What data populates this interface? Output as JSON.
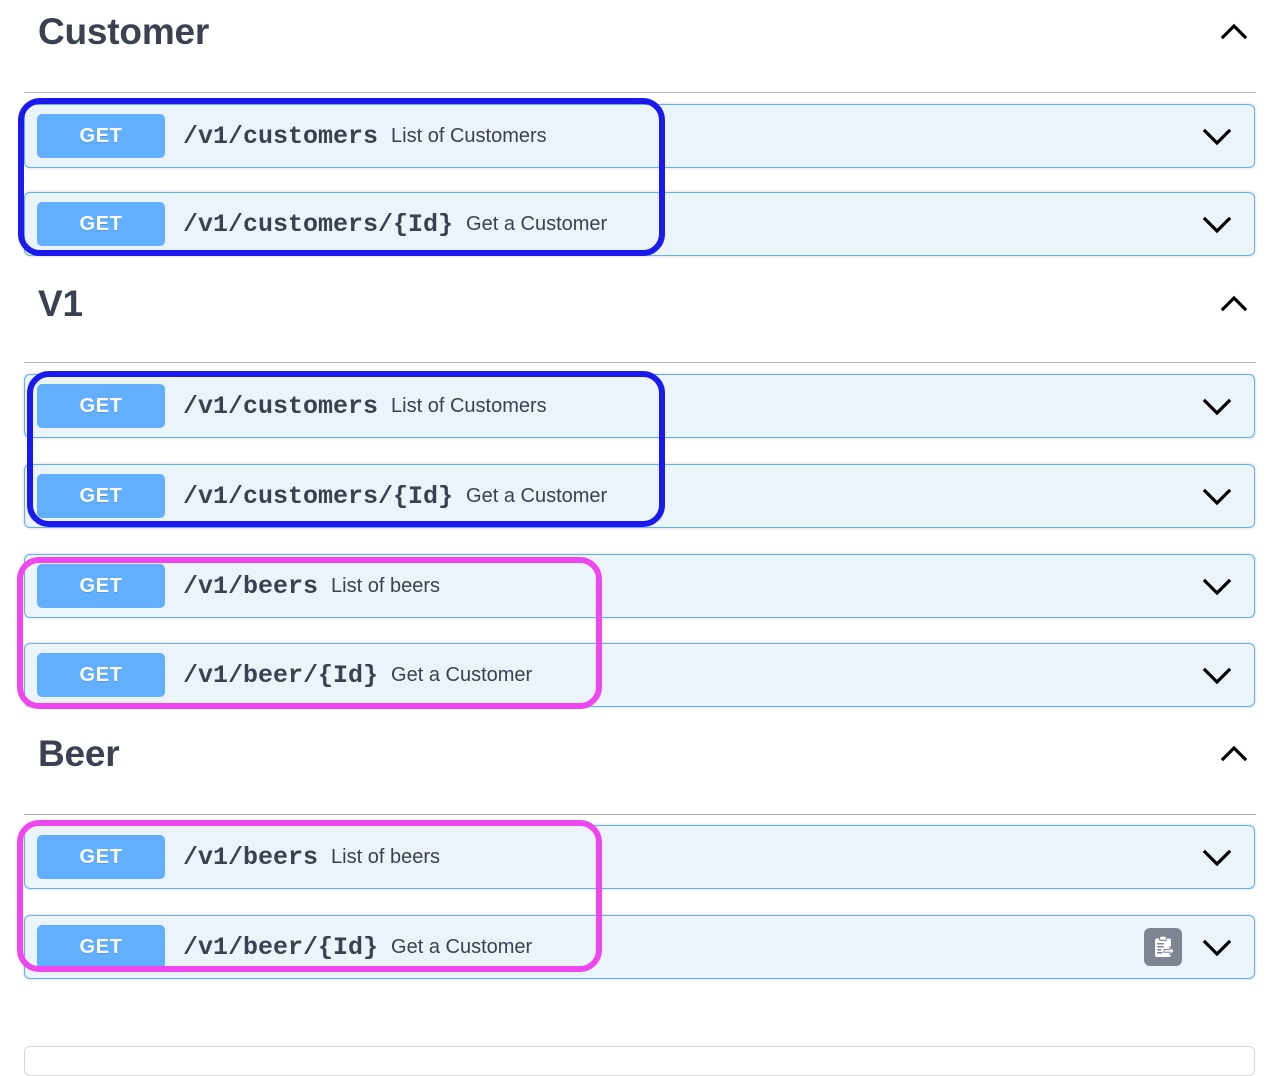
{
  "page": {
    "title": "Swagger UI operations list",
    "background": "#ffffff"
  },
  "colors": {
    "get_badge": "#61affe",
    "row_background": "#ebf3fb",
    "row_border": "#61affe",
    "heading_text": "#3b4151",
    "rule": "#b5b5b5",
    "annotation_blue": "#1a1aef",
    "annotation_pink": "#ef47ef",
    "copy_button_background": "#7d8492"
  },
  "sections": [
    {
      "id": "customer",
      "title": "Customer",
      "collapse_icon": "chevron-up-icon",
      "operations": [
        {
          "method": "GET",
          "path": "/v1/customers",
          "summary": "List of Customers",
          "expand_icon": "chevron-down-icon",
          "has_copy_button": false
        },
        {
          "method": "GET",
          "path": "/v1/customers/{Id}",
          "summary": "Get a Customer",
          "expand_icon": "chevron-down-icon",
          "has_copy_button": false
        }
      ]
    },
    {
      "id": "v1",
      "title": "V1",
      "collapse_icon": "chevron-up-icon",
      "operations": [
        {
          "method": "GET",
          "path": "/v1/customers",
          "summary": "List of Customers",
          "expand_icon": "chevron-down-icon",
          "has_copy_button": false
        },
        {
          "method": "GET",
          "path": "/v1/customers/{Id}",
          "summary": "Get a Customer",
          "expand_icon": "chevron-down-icon",
          "has_copy_button": false
        },
        {
          "method": "GET",
          "path": "/v1/beers",
          "summary": "List of beers",
          "expand_icon": "chevron-down-icon",
          "has_copy_button": false
        },
        {
          "method": "GET",
          "path": "/v1/beer/{Id}",
          "summary": "Get a Customer",
          "expand_icon": "chevron-down-icon",
          "has_copy_button": false
        }
      ]
    },
    {
      "id": "beer",
      "title": "Beer",
      "collapse_icon": "chevron-up-icon",
      "operations": [
        {
          "method": "GET",
          "path": "/v1/beers",
          "summary": "List of beers",
          "expand_icon": "chevron-down-icon",
          "has_copy_button": false
        },
        {
          "method": "GET",
          "path": "/v1/beer/{Id}",
          "summary": "Get a Customer",
          "expand_icon": "chevron-down-icon",
          "has_copy_button": true,
          "copy_icon": "clipboard-copy-icon"
        }
      ]
    }
  ],
  "annotations": [
    {
      "id": "annot-customer-pair",
      "color": "#1a1aef",
      "label": "customer-endpoints-highlight"
    },
    {
      "id": "annot-v1-customers-pair",
      "color": "#1a1aef",
      "label": "v1-customer-endpoints-highlight"
    },
    {
      "id": "annot-v1-beers-pair",
      "color": "#ef47ef",
      "label": "v1-beer-endpoints-highlight"
    },
    {
      "id": "annot-beer-pair",
      "color": "#ef47ef",
      "label": "beer-endpoints-highlight"
    }
  ]
}
